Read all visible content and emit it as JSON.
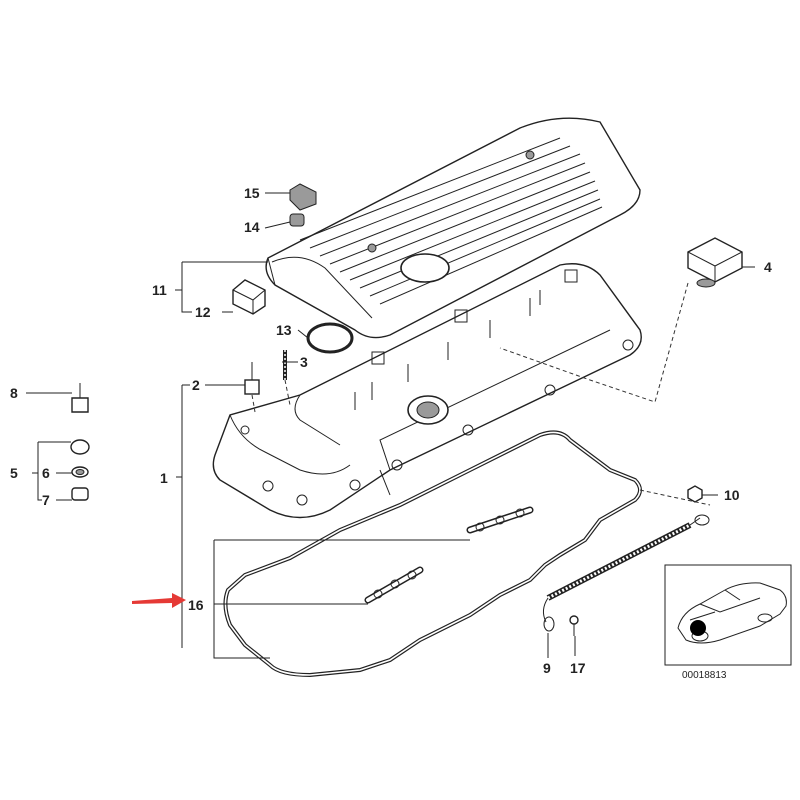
{
  "labels": {
    "l1": "1",
    "l2": "2",
    "l3": "3",
    "l4": "4",
    "l5": "5",
    "l6": "6",
    "l7": "7",
    "l8": "8",
    "l9": "9",
    "l10": "10",
    "l11": "11",
    "l12": "12",
    "l13": "13",
    "l14": "14",
    "l15": "15",
    "l16": "16",
    "l17": "17"
  },
  "inset_code": "00018813",
  "colors": {
    "arrow": "#e53935",
    "line": "#222222",
    "inset_spot": "#000000"
  }
}
